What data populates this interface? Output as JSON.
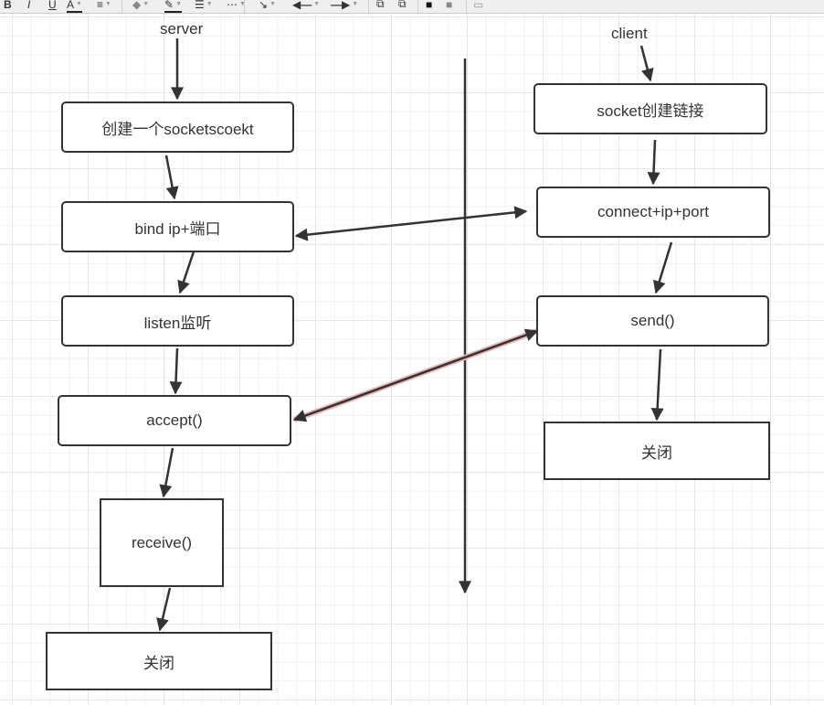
{
  "toolbar": {
    "items": [
      {
        "name": "bold",
        "glyph": "B"
      },
      {
        "name": "italic",
        "glyph": "I"
      },
      {
        "name": "underline",
        "glyph": "U"
      },
      {
        "name": "font-color",
        "glyph": "A"
      },
      {
        "name": "align",
        "glyph": "≡"
      },
      {
        "name": "fill-color",
        "glyph": "◆"
      },
      {
        "name": "line-color",
        "glyph": "✎"
      },
      {
        "name": "line-width",
        "glyph": "☰"
      },
      {
        "name": "line-style",
        "glyph": "⋯"
      },
      {
        "name": "connector-style",
        "glyph": "↘"
      },
      {
        "name": "start-arrow",
        "glyph": "◀—"
      },
      {
        "name": "end-arrow",
        "glyph": "—▶"
      },
      {
        "name": "bring-to-front",
        "glyph": "⧉"
      },
      {
        "name": "send-to-back",
        "glyph": "⧉"
      },
      {
        "name": "lock",
        "glyph": "■"
      },
      {
        "name": "unlock",
        "glyph": "■"
      },
      {
        "name": "group",
        "glyph": "▭"
      }
    ]
  },
  "diagram": {
    "labels": {
      "server": "server",
      "client": "client"
    },
    "server_nodes": [
      {
        "id": "create-socket",
        "text": "创建一个socketscoekt"
      },
      {
        "id": "bind",
        "text": "bind ip+端口"
      },
      {
        "id": "listen",
        "text": "listen监听"
      },
      {
        "id": "accept",
        "text": "accept()"
      },
      {
        "id": "receive",
        "text": "receive()"
      },
      {
        "id": "close",
        "text": "关闭"
      }
    ],
    "client_nodes": [
      {
        "id": "socket-create",
        "text": "socket创建链接"
      },
      {
        "id": "connect",
        "text": "connect+ip+port"
      },
      {
        "id": "send",
        "text": "send()"
      },
      {
        "id": "close",
        "text": "关闭"
      }
    ],
    "connections": [
      {
        "from": "server-label",
        "to": "create-socket"
      },
      {
        "from": "create-socket",
        "to": "bind"
      },
      {
        "from": "bind",
        "to": "listen"
      },
      {
        "from": "listen",
        "to": "accept"
      },
      {
        "from": "accept",
        "to": "receive"
      },
      {
        "from": "receive",
        "to": "close"
      },
      {
        "from": "client-label",
        "to": "socket-create"
      },
      {
        "from": "socket-create",
        "to": "connect"
      },
      {
        "from": "connect",
        "to": "send"
      },
      {
        "from": "send",
        "to": "client-close"
      },
      {
        "from": "bind",
        "to": "connect",
        "bidirectional": true
      },
      {
        "from": "send",
        "to": "accept",
        "bidirectional": true,
        "selected": true
      }
    ],
    "colors": {
      "stroke": "#333333",
      "selection_glow": "#e8b4b4",
      "grid_minor": "#f1f1f1",
      "grid_major": "#e6e6e6"
    }
  }
}
